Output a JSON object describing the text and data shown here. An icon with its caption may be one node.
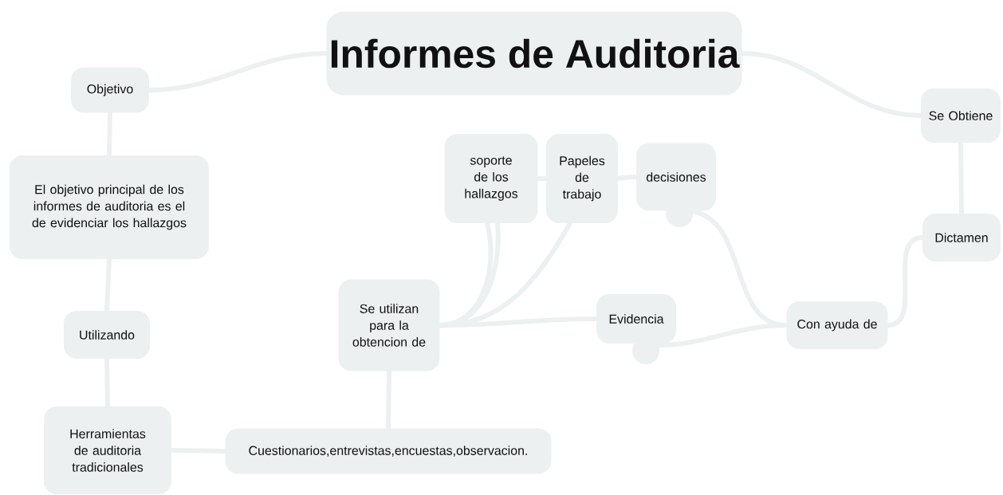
{
  "diagram": {
    "title": "Informes de Auditoria",
    "nodes": [
      {
        "text": [
          "Objetivo"
        ]
      },
      {
        "text": [
          "Se Obtiene"
        ]
      },
      {
        "text": [
          "El objetivo principal de los informes de auditoria es el de evidenciar los hallazgos"
        ]
      },
      {
        "text": [
          "soporte de los hallazgos"
        ]
      },
      {
        "text": [
          "Papeles de trabajo"
        ]
      },
      {
        "text": [
          "decisiones"
        ]
      },
      {
        "text": [
          "Dictamen"
        ]
      },
      {
        "text": [
          "Se utilizan para la obtencion de"
        ]
      },
      {
        "text": [
          "Evidencia"
        ]
      },
      {
        "text": [
          "Con ayuda de"
        ]
      },
      {
        "text": [
          "Utilizando"
        ]
      },
      {
        "text": [
          "Herramientas de auditoria tradicionales"
        ]
      },
      {
        "text": [
          "Cuestionarios,entrevistas,encuestas,observacion."
        ]
      }
    ],
    "edges": [
      {
        "from": null,
        "to": 0,
        "arrow": "none"
      },
      {
        "from": null,
        "to": 1,
        "arrow": "none"
      },
      {
        "from": 0,
        "to": 2,
        "arrow": "none"
      },
      {
        "from": 2,
        "to": 10,
        "arrow": "none"
      },
      {
        "from": 10,
        "to": 11,
        "arrow": "none"
      },
      {
        "from": 11,
        "to": 12,
        "arrow": "none"
      },
      {
        "from": 12,
        "to": 7,
        "arrow": "none"
      },
      {
        "from": 7,
        "to": 3,
        "arrow": "none"
      },
      {
        "from": 7,
        "to": 3,
        "arrow": "none"
      },
      {
        "from": 7,
        "to": 4,
        "arrow": "none"
      },
      {
        "from": 7,
        "to": 8,
        "arrow": "none"
      },
      {
        "from": 3,
        "to": 4,
        "arrow": "none"
      },
      {
        "from": 4,
        "to": 5,
        "arrow": "none"
      },
      {
        "from": 5,
        "to": 9,
        "arrow": "none"
      },
      {
        "from": 8,
        "to": 9,
        "arrow": "none"
      },
      {
        "from": 9,
        "to": 6,
        "arrow": "none"
      },
      {
        "from": 1,
        "to": 6,
        "arrow": "none"
      }
    ]
  }
}
